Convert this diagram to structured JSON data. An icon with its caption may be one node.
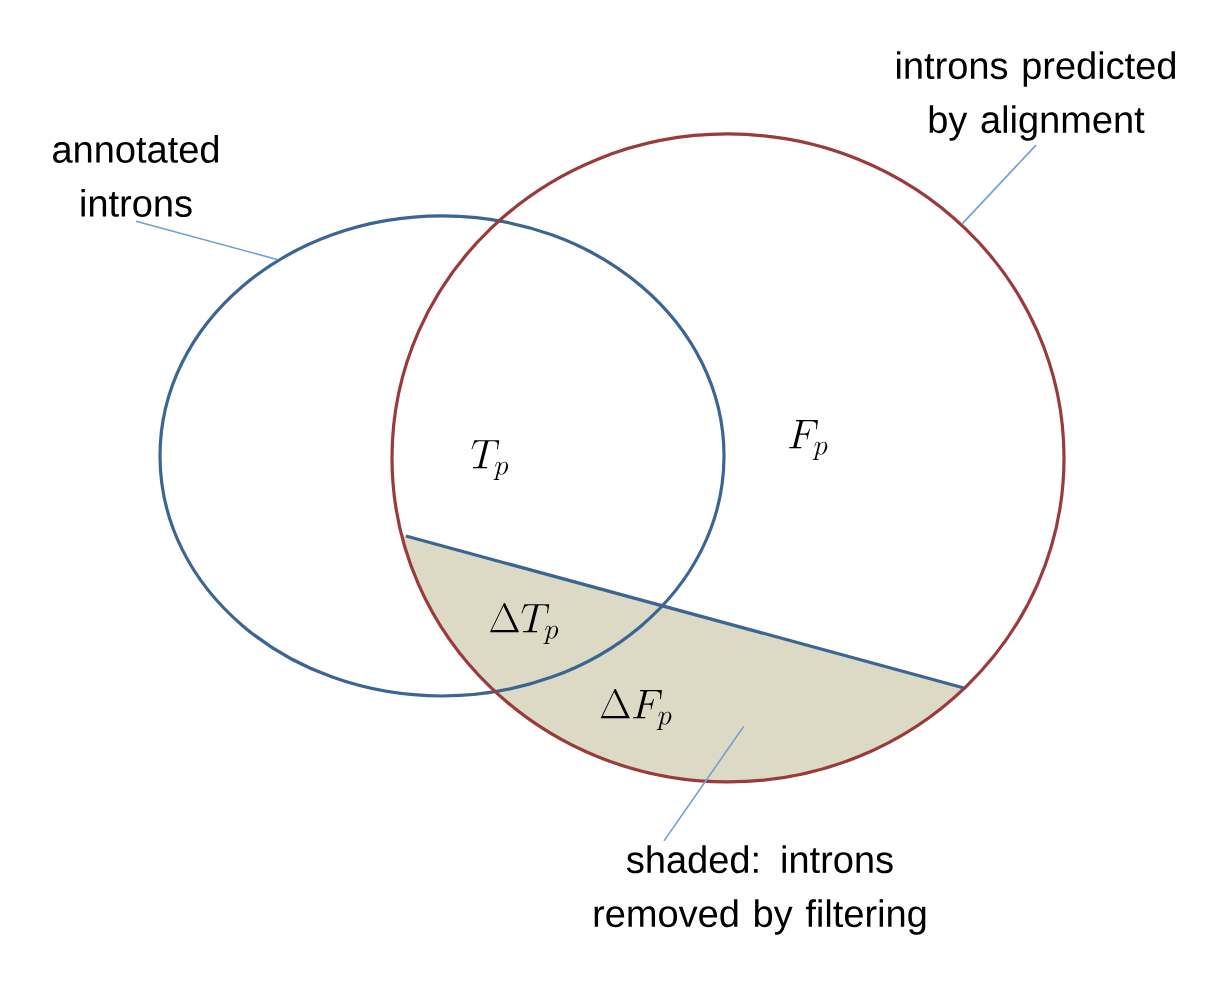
{
  "diagram": {
    "nodes": [
      {
        "text": [
          "annotated introns"
        ]
      },
      {
        "text": [],
        "shape": "circle"
      },
      {
        "text": [
          "introns predicted by alignment"
        ]
      },
      {
        "text": [],
        "shape": "circle"
      },
      {
        "text": [
          "shaded: introns removed by filtering"
        ]
      },
      {
        "text": [],
        "shape": "segment"
      }
    ],
    "edges": [
      {
        "from": 0,
        "to": 1,
        "arrow": "none"
      },
      {
        "from": 2,
        "to": 3,
        "arrow": "none"
      },
      {
        "from": 4,
        "to": 5,
        "arrow": "none"
      }
    ],
    "labels": [
      "T_p",
      "F_p",
      "\\Delta T_p",
      "\\Delta F_p"
    ]
  }
}
